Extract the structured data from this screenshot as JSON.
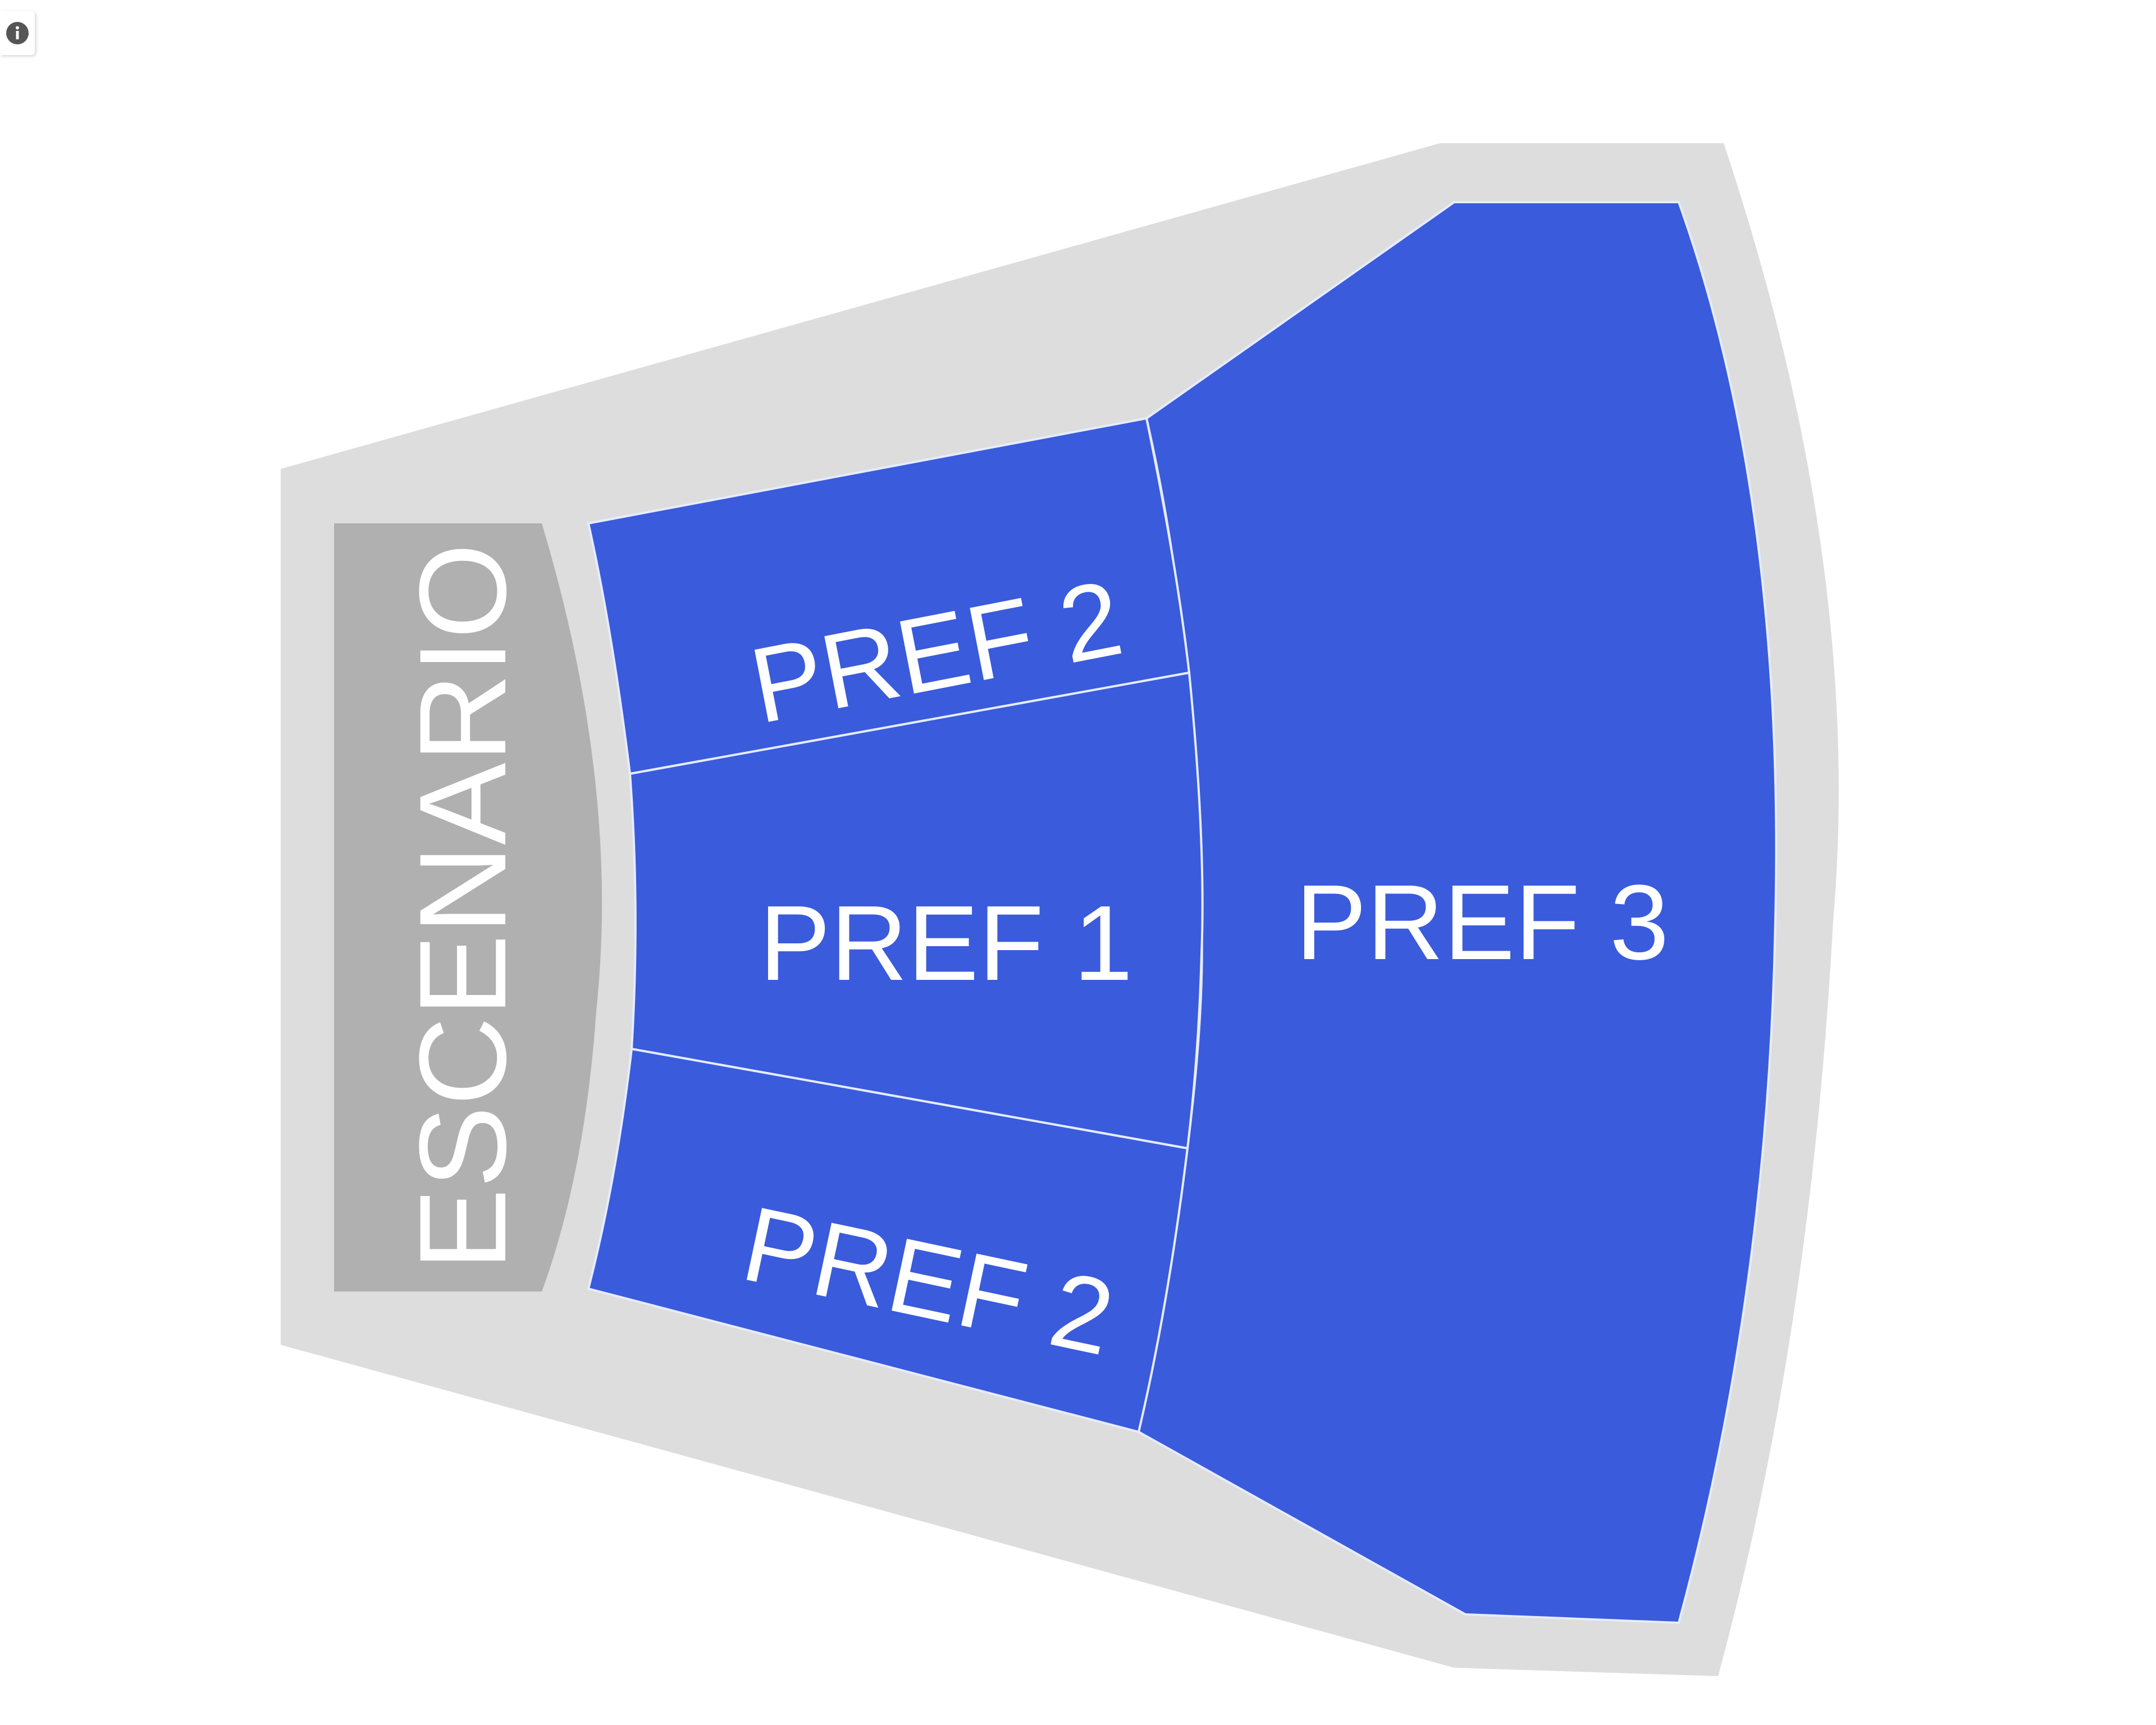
{
  "colors": {
    "venue_outline": "#dddddd",
    "stage": "#b0b0b0",
    "section_fill": "#3a5bdc",
    "section_divider": "#e6ecff",
    "label": "#ffffff"
  },
  "info_button": {
    "icon": "info-icon"
  },
  "stage": {
    "label": "ESCENARIO"
  },
  "sections": {
    "pref2_top": {
      "label": "PREF 2"
    },
    "pref1": {
      "label": "PREF 1"
    },
    "pref2_bottom": {
      "label": "PREF 2"
    },
    "pref3": {
      "label": "PREF 3"
    }
  }
}
